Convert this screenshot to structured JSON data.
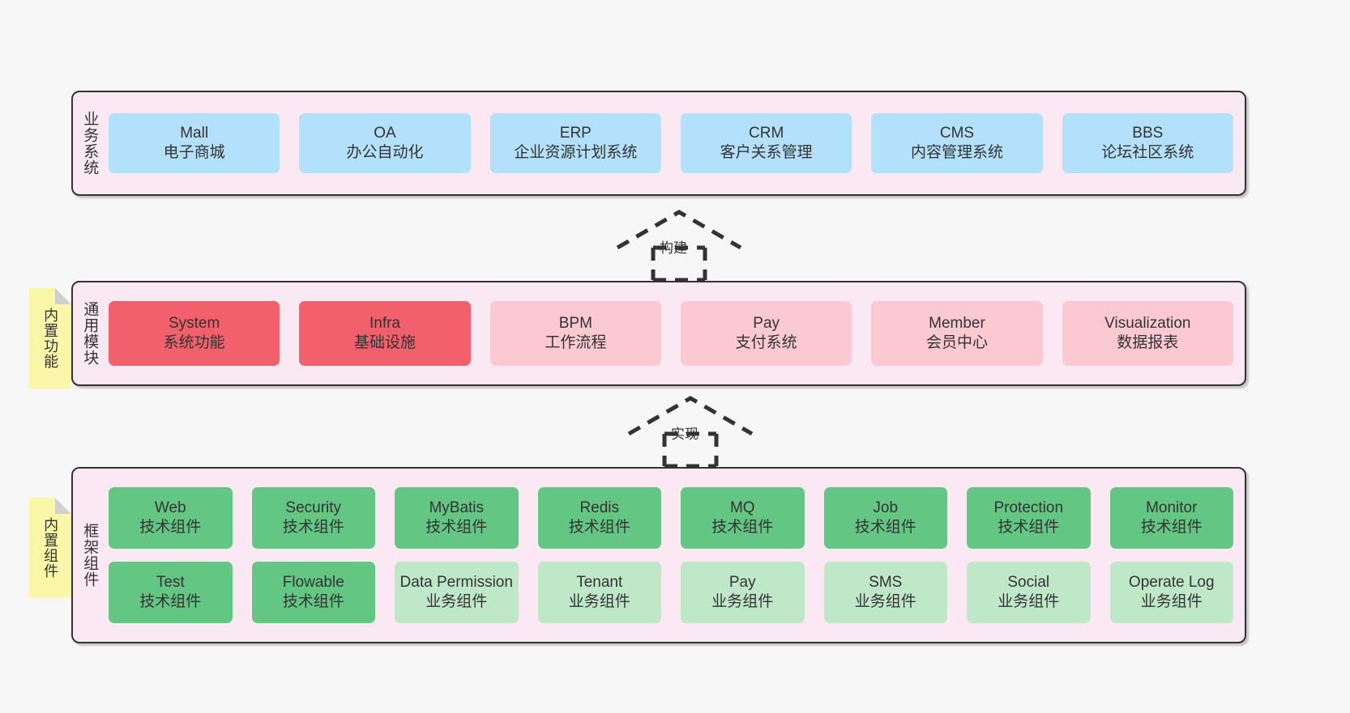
{
  "diagram": {
    "title_hidden": "",
    "layers": [
      {
        "id": "business",
        "title": "业务系统",
        "rows": [
          {
            "cards": [
              {
                "en": "Mall",
                "cn": "电子商城",
                "color": "#b3e0fb"
              },
              {
                "en": "OA",
                "cn": "办公自动化",
                "color": "#b3e0fb"
              },
              {
                "en": "ERP",
                "cn": "企业资源计划系统",
                "color": "#b3e0fb"
              },
              {
                "en": "CRM",
                "cn": "客户关系管理",
                "color": "#b3e0fb"
              },
              {
                "en": "CMS",
                "cn": "内容管理系统",
                "color": "#b3e0fb"
              },
              {
                "en": "BBS",
                "cn": "论坛社区系统",
                "color": "#b3e0fb"
              }
            ]
          }
        ]
      },
      {
        "id": "module",
        "title": "通用模块",
        "note": "内置功能",
        "rows": [
          {
            "cards": [
              {
                "en": "System",
                "cn": "系统功能",
                "color": "#f1606b"
              },
              {
                "en": "Infra",
                "cn": "基础设施",
                "color": "#f1606b"
              },
              {
                "en": "BPM",
                "cn": "工作流程",
                "color": "#fbc9d1"
              },
              {
                "en": "Pay",
                "cn": "支付系统",
                "color": "#fbc9d1"
              },
              {
                "en": "Member",
                "cn": "会员中心",
                "color": "#fbc9d1"
              },
              {
                "en": "Visualization",
                "cn": "数据报表",
                "color": "#fbc9d1"
              }
            ]
          }
        ]
      },
      {
        "id": "frame",
        "title": "框架组件",
        "note": "内置组件",
        "rows": [
          {
            "cards": [
              {
                "en": "Web",
                "cn": "技术组件",
                "color": "#63c783"
              },
              {
                "en": "Security",
                "cn": "技术组件",
                "color": "#63c783"
              },
              {
                "en": "MyBatis",
                "cn": "技术组件",
                "color": "#63c783"
              },
              {
                "en": "Redis",
                "cn": "技术组件",
                "color": "#63c783"
              },
              {
                "en": "MQ",
                "cn": "技术组件",
                "color": "#63c783"
              },
              {
                "en": "Job",
                "cn": "技术组件",
                "color": "#63c783"
              },
              {
                "en": "Protection",
                "cn": "技术组件",
                "color": "#63c783"
              },
              {
                "en": "Monitor",
                "cn": "技术组件",
                "color": "#63c783"
              }
            ]
          },
          {
            "cards": [
              {
                "en": "Test",
                "cn": "技术组件",
                "color": "#63c783"
              },
              {
                "en": "Flowable",
                "cn": "技术组件",
                "color": "#63c783"
              },
              {
                "en": "Data Permission",
                "cn": "业务组件",
                "color": "#bfe8c9"
              },
              {
                "en": "Tenant",
                "cn": "业务组件",
                "color": "#bfe8c9"
              },
              {
                "en": "Pay",
                "cn": "业务组件",
                "color": "#bfe8c9"
              },
              {
                "en": "SMS",
                "cn": "业务组件",
                "color": "#bfe8c9"
              },
              {
                "en": "Social",
                "cn": "业务组件",
                "color": "#bfe8c9"
              },
              {
                "en": "Operate Log",
                "cn": "业务组件",
                "color": "#bfe8c9"
              }
            ]
          }
        ]
      }
    ],
    "connectors": [
      {
        "id": "build",
        "label": "构建",
        "style": "dashed-generalization-up"
      },
      {
        "id": "impl",
        "label": "实现",
        "style": "dashed-generalization-up"
      }
    ],
    "colors": {
      "panel_background": "#fae9f3",
      "panel_border": "#333333",
      "note_background": "#fbf7a8",
      "note_fold": "#cfcfcf",
      "canvas_background": "#f7f7f7",
      "business_card": "#b3e0fb",
      "module_core_card": "#f1606b",
      "module_card": "#fbc9d1",
      "tech_component_card": "#63c783",
      "business_component_card": "#bfe8c9"
    }
  }
}
